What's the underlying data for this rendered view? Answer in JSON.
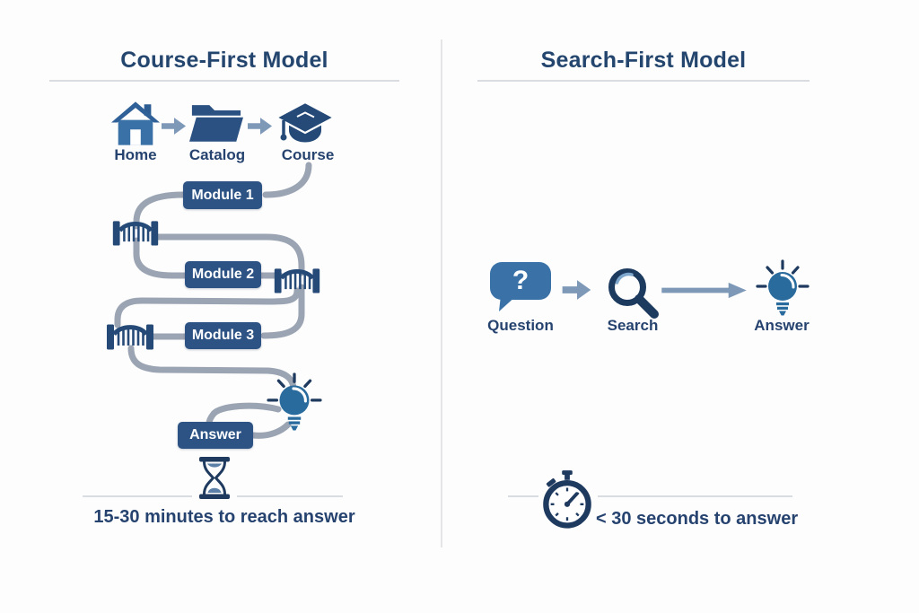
{
  "left_panel": {
    "title": "Course-First Model",
    "steps": [
      {
        "label": "Home",
        "icon": "home-icon"
      },
      {
        "label": "Catalog",
        "icon": "folder-icon"
      },
      {
        "label": "Course",
        "icon": "graduation-cap-icon"
      }
    ],
    "modules": [
      {
        "label": "Module 1"
      },
      {
        "label": "Module 2"
      },
      {
        "label": "Module 3"
      }
    ],
    "answer_label": "Answer",
    "time_note": "15-30 minutes to reach answer",
    "decorations": [
      "gate-icon",
      "gate-icon",
      "gate-icon",
      "lightbulb-icon",
      "hourglass-icon",
      "winding-path"
    ]
  },
  "right_panel": {
    "title": "Search-First Model",
    "steps": [
      {
        "label": "Question",
        "icon": "question-bubble-icon"
      },
      {
        "label": "Search",
        "icon": "magnifier-icon"
      },
      {
        "label": "Answer",
        "icon": "lightbulb-icon"
      }
    ],
    "question_mark": "?",
    "time_note": "< 30 seconds to answer",
    "timer_icon": "stopwatch-icon"
  },
  "colors": {
    "title_navy": "#24466e",
    "label_navy": "#26436f",
    "icon_navy": "#1f3a5f",
    "module_box_blue": "#2d5385",
    "medium_blue": "#3a72a8",
    "bulb_blue": "#2a6b9e",
    "path_gray": "#9ba4b3",
    "arrow_blue_gray": "#7e99b8",
    "rule_gray": "#d9dde2",
    "divider_gray": "#e5e5e8"
  }
}
